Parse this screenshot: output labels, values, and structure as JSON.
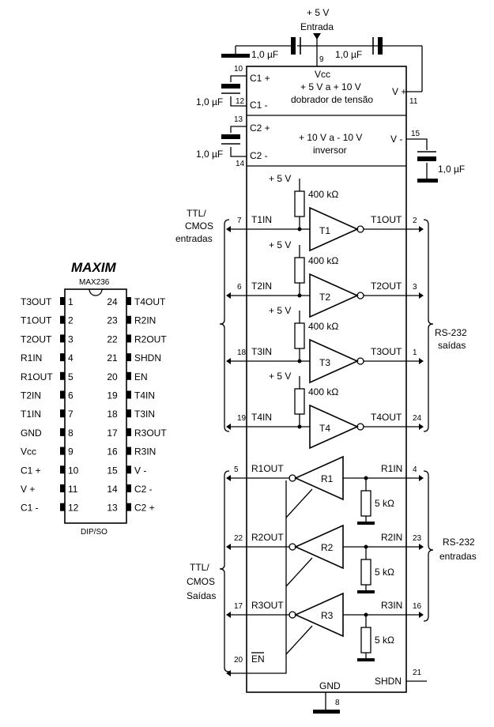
{
  "maxim": {
    "brand": "MAXIM",
    "part": "MAX236",
    "package": "DIP/SO",
    "left_pins": [
      {
        "n": "1",
        "label": "T3OUT"
      },
      {
        "n": "2",
        "label": "T1OUT"
      },
      {
        "n": "3",
        "label": "T2OUT"
      },
      {
        "n": "4",
        "label": "R1IN"
      },
      {
        "n": "5",
        "label": "R1OUT"
      },
      {
        "n": "6",
        "label": "T2IN"
      },
      {
        "n": "7",
        "label": "T1IN"
      },
      {
        "n": "8",
        "label": "GND"
      },
      {
        "n": "9",
        "label": "Vcc"
      },
      {
        "n": "10",
        "label": "C1 +"
      },
      {
        "n": "11",
        "label": "V +"
      },
      {
        "n": "12",
        "label": "C1 -"
      }
    ],
    "right_pins": [
      {
        "n": "24",
        "label": "T4OUT"
      },
      {
        "n": "23",
        "label": "R2IN"
      },
      {
        "n": "22",
        "label": "R2OUT"
      },
      {
        "n": "21",
        "label": "SHDN"
      },
      {
        "n": "20",
        "label": "EN"
      },
      {
        "n": "19",
        "label": "T4IN"
      },
      {
        "n": "18",
        "label": "T3IN"
      },
      {
        "n": "17",
        "label": "R3OUT"
      },
      {
        "n": "16",
        "label": "R3IN"
      },
      {
        "n": "15",
        "label": "V -"
      },
      {
        "n": "14",
        "label": "C2 -"
      },
      {
        "n": "13",
        "label": "C2 +"
      }
    ]
  },
  "supply": {
    "v5": "+ 5 V",
    "entrada": "Entrada",
    "cap_left": "1,0 µF",
    "cap_right": "1,0 µF",
    "pin9": "9",
    "vcc": "Vcc"
  },
  "doubler": {
    "pin10": "10",
    "pin12": "12",
    "pin11": "11",
    "c1p": "C1 +",
    "c1m": "C1 -",
    "vplus": "V +",
    "line1": "+ 5 V a + 10 V",
    "line2": "dobrador de tensão",
    "cap": "1,0 µF"
  },
  "inverter": {
    "pin13": "13",
    "pin14": "14",
    "pin15": "15",
    "c2p": "C2 +",
    "c2m": "C2 -",
    "vminus": "V -",
    "line1": "+ 10 V a - 10 V",
    "line2": "inversor",
    "cap_left": "1,0 µF",
    "cap_right": "1,0 µF"
  },
  "transmitters": [
    {
      "name": "T1",
      "in": "T1IN",
      "out": "T1OUT",
      "pin_in": "7",
      "pin_out": "2",
      "supply": "+ 5 V",
      "res": "400 kΩ"
    },
    {
      "name": "T2",
      "in": "T2IN",
      "out": "T2OUT",
      "pin_in": "6",
      "pin_out": "3",
      "supply": "+ 5 V",
      "res": "400 kΩ"
    },
    {
      "name": "T3",
      "in": "T3IN",
      "out": "T3OUT",
      "pin_in": "18",
      "pin_out": "1",
      "supply": "+ 5 V",
      "res": "400 kΩ"
    },
    {
      "name": "T4",
      "in": "T4IN",
      "out": "T4OUT",
      "pin_in": "19",
      "pin_out": "24",
      "supply": "+ 5 V",
      "res": "400 kΩ"
    }
  ],
  "receivers": [
    {
      "name": "R1",
      "out": "R1OUT",
      "in": "R1IN",
      "pin_out": "5",
      "pin_in": "4",
      "res": "5 kΩ"
    },
    {
      "name": "R2",
      "out": "R2OUT",
      "in": "R2IN",
      "pin_out": "22",
      "pin_in": "23",
      "res": "5 kΩ"
    },
    {
      "name": "R3",
      "out": "R3OUT",
      "in": "R3IN",
      "pin_out": "17",
      "pin_in": "16",
      "res": "5 kΩ"
    }
  ],
  "group_labels": {
    "ttl_in": [
      "TTL/",
      "CMOS",
      "entradas"
    ],
    "rs232_out": [
      "RS-232",
      "saídas"
    ],
    "ttl_out": [
      "TTL/",
      "CMOS",
      "Saídas"
    ],
    "rs232_in": [
      "RS-232",
      "entradas"
    ]
  },
  "bottom": {
    "en_pin": "20",
    "en": "EN",
    "gnd": "GND",
    "gnd_pin": "8",
    "shdn": "SHDN",
    "shdn_pin": "21"
  }
}
